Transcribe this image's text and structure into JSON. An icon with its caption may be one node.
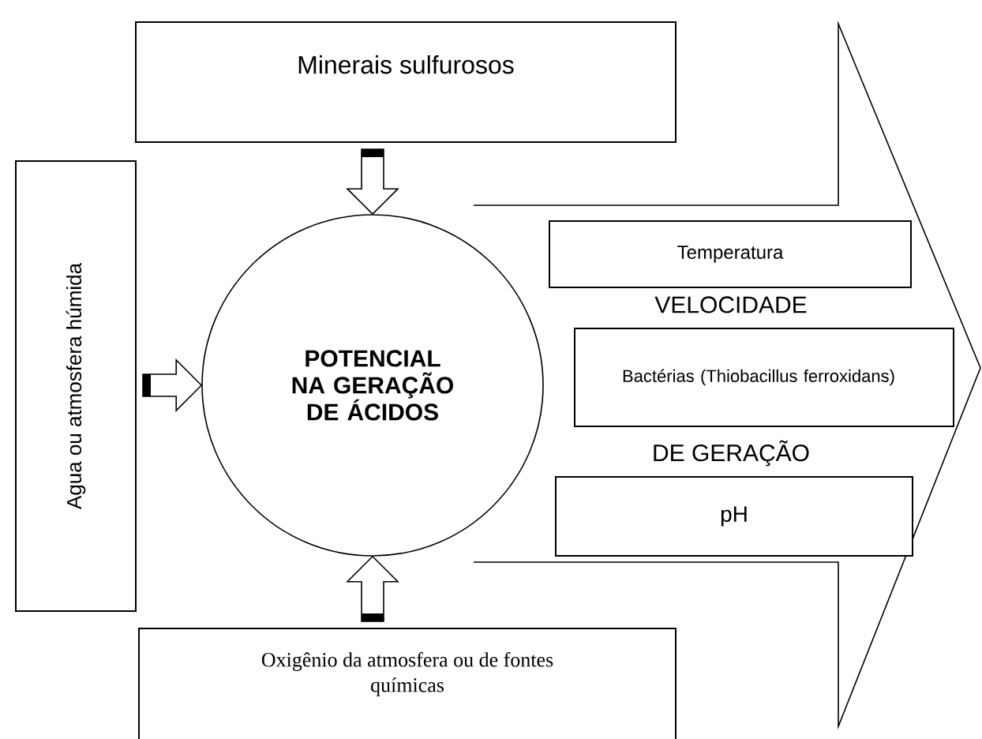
{
  "diagram": {
    "nodes": [
      {
        "text": [
          "Minerais sulfurosos"
        ]
      },
      {
        "text": [
          "Agua ou atmosfera húmida"
        ]
      },
      {
        "text": [
          "POTENCIAL NA GERAÇÃO DE ÁCIDOS"
        ]
      },
      {
        "text": [
          "VELOCIDADE",
          "DE GERAÇÃO"
        ]
      },
      {
        "text": [
          "Temperatura"
        ],
        "in": 3
      },
      {
        "text": [
          "Bactérias (Thiobacillus ferroxidans)"
        ],
        "in": 3
      },
      {
        "text": [
          "pH"
        ],
        "in": 3
      },
      {
        "text": [
          "Oxigênio da atmosfera ou de fontes químicas"
        ]
      }
    ],
    "edges": [
      {
        "from": 0,
        "to": 2,
        "arrow": "to"
      },
      {
        "from": 1,
        "to": 2,
        "arrow": "to"
      },
      {
        "from": 7,
        "to": 2,
        "arrow": "to"
      }
    ]
  }
}
